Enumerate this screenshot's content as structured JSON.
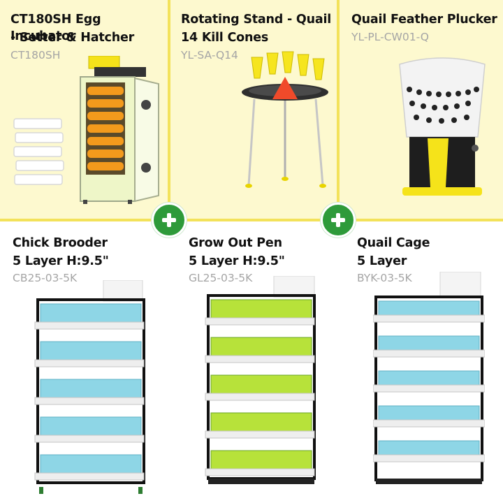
{
  "products": [
    {
      "title_line1": "CT180SH Egg Incubator",
      "title_line2": "- Setter & Hatcher",
      "sku": "CT180SH",
      "image_icon": "incubator-image"
    },
    {
      "title_line1": "Rotating Stand - Quail",
      "title_line2": "14 Kill Cones",
      "sku": "YL-SA-Q14",
      "image_icon": "kill-cone-stand-image"
    },
    {
      "title_line1": "Quail Feather Plucker",
      "title_line2": "",
      "sku": "YL-PL-CW01-Q",
      "image_icon": "feather-plucker-image"
    },
    {
      "title_line1": "Chick Brooder",
      "title_line2": "5 Layer H:9.5\"",
      "sku": "CB25-03-5K",
      "image_icon": "brooder-image"
    },
    {
      "title_line1": "Grow Out Pen",
      "title_line2": "5 Layer H:9.5\"",
      "sku": "GL25-03-5K",
      "image_icon": "grow-out-pen-image"
    },
    {
      "title_line1": "Quail Cage",
      "title_line2": "5 Layer",
      "sku": "BYK-03-5K",
      "image_icon": "quail-cage-image"
    }
  ],
  "plus_icons": [
    "plus-icon",
    "plus-icon"
  ],
  "colors": {
    "top_background": "#fdf9cf",
    "divider": "#f3e25a",
    "plus_badge": "#2e9a3a",
    "sku_text": "#a5a5a5",
    "cage_tray": "#8ed6e6",
    "grow_pen_mesh": "#b7e23a"
  }
}
